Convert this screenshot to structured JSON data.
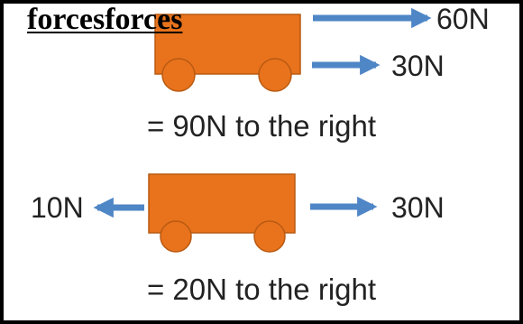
{
  "heading": "forcesforces",
  "colors": {
    "cart_fill": "#e8731c",
    "cart_stroke": "#b95a12",
    "arrow": "#4f86c6",
    "text": "#222222",
    "border": "#000000"
  },
  "example1": {
    "force_top_right": "60N",
    "force_bottom_right": "30N",
    "result": "= 90N to the right"
  },
  "example2": {
    "force_left": "10N",
    "force_right": "30N",
    "result": "= 20N to the right"
  }
}
